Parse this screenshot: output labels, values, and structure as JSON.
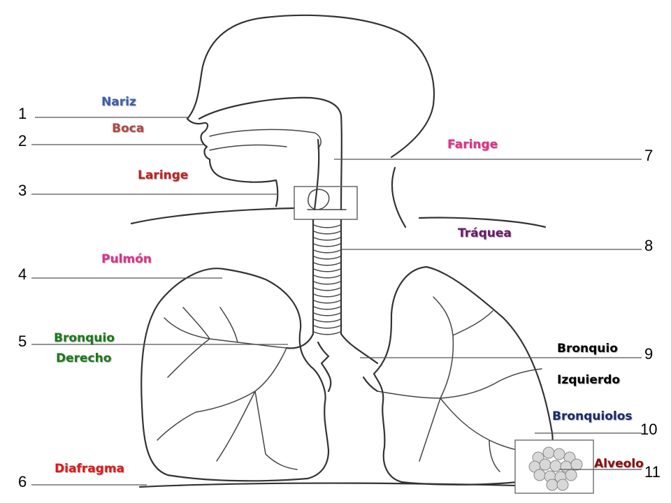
{
  "numbers": [
    "1",
    "2",
    "3",
    "4",
    "5",
    "6",
    "7",
    "8",
    "9",
    "10",
    "11"
  ],
  "labels": {
    "nariz": "Nariz",
    "boca": "Boca",
    "laringe": "Laringe",
    "pulmon": "Pulmón",
    "bronquio_derecho_1": "Bronquio",
    "bronquio_derecho_2": "Derecho",
    "diafragma": "Diafragma",
    "faringe": "Faringe",
    "traquea": "Tráquea",
    "bronquio_izquierdo_1": "Bronquio",
    "bronquio_izquierdo_2": "Izquierdo",
    "bronquiolos": "Bronquiolos",
    "alveolo": "Alveolo"
  },
  "colors": {
    "nariz": "#3b5ea8",
    "boca": "#b04848",
    "laringe": "#c02020",
    "pulmon": "#e0308a",
    "bronquio_derecho": "#1a7a1a",
    "diafragma": "#e01818",
    "faringe": "#e0308a",
    "traquea": "#6a1a6a",
    "bronquio_izquierdo": "#000000",
    "bronquiolos": "#1a2a6a",
    "alveolo": "#8a0e0e"
  }
}
